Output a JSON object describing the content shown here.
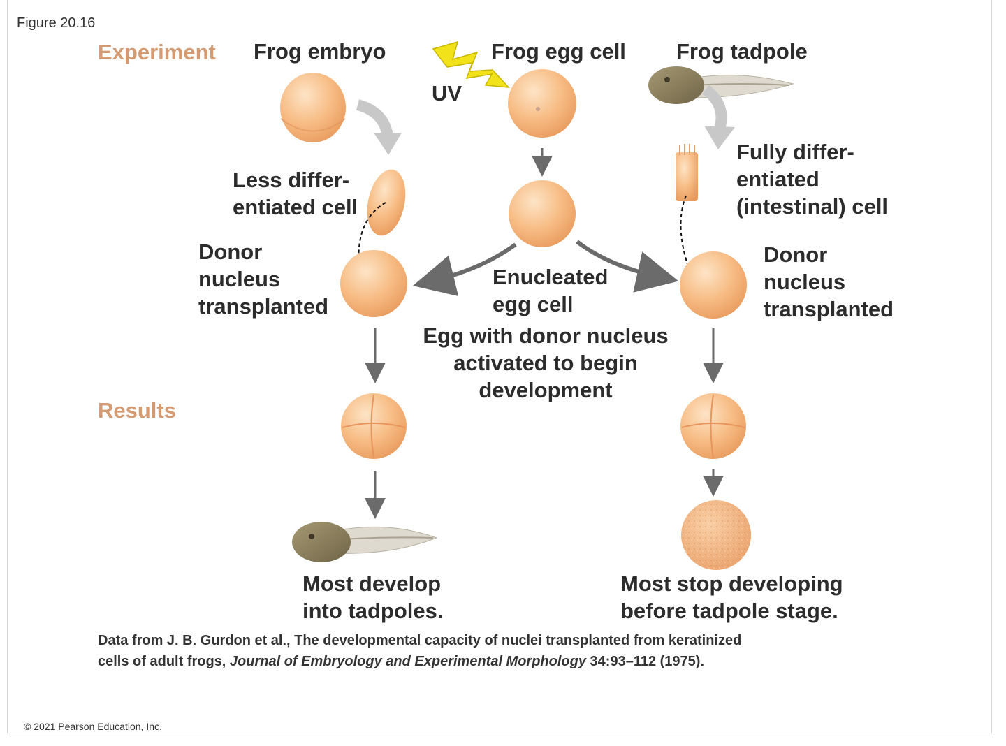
{
  "figure_label": "Figure 20.16",
  "sections": {
    "experiment": "Experiment",
    "results": "Results"
  },
  "labels": {
    "frog_embryo": "Frog embryo",
    "frog_egg_cell": "Frog egg cell",
    "frog_tadpole": "Frog tadpole",
    "uv": "UV",
    "less_differentiated": "Less differ-\nentiated cell",
    "fully_differentiated": "Fully differ-\nentiated\n(intestinal) cell",
    "donor_left": "Donor\nnucleus\ntransplanted",
    "donor_right": "Donor\nnucleus\ntransplanted",
    "enucleated": "Enucleated\negg cell",
    "egg_activated": "Egg with donor nucleus\nactivated to begin\ndevelopment",
    "result_left": "Most develop\ninto tadpoles.",
    "result_right": "Most stop developing\nbefore tadpole stage."
  },
  "citation": {
    "line1_text": "Data from J. B. Gurdon et al., The developmental capacity of nuclei transplanted from keratinized",
    "line2_prefix": "cells of adult frogs, ",
    "journal": "Journal of Embryology and Experimental Morphology",
    "line2_suffix": " 34:93–112 (1975)."
  },
  "copyright": "© 2021 Pearson Education, Inc.",
  "colors": {
    "section_accent": "#d49a72",
    "cell_fill": "#f6b77a",
    "cell_highlight": "#fde4c6",
    "uv_bolt": "#f2e21a",
    "arrow_gray": "#6b6b6b",
    "light_arrow": "#c8c8c8",
    "tadpole": "#8b7e5c"
  }
}
